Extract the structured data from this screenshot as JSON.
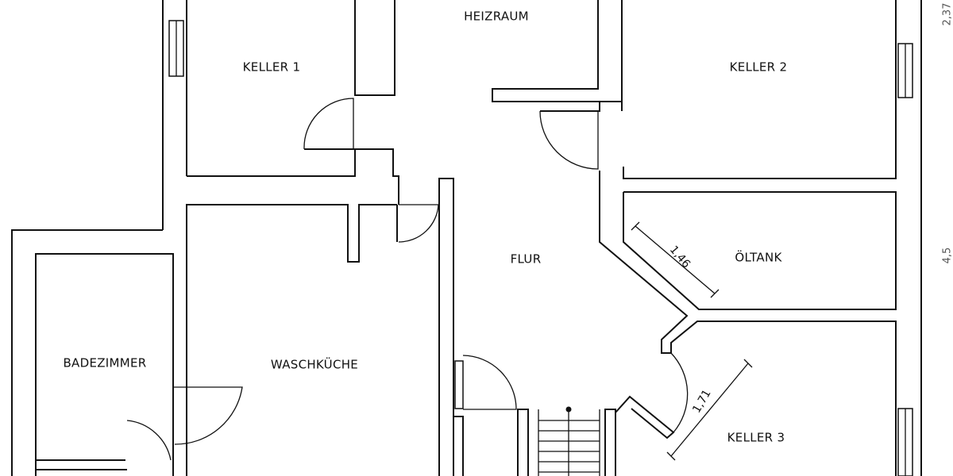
{
  "rooms": {
    "heizraum": "HEIZRAUM",
    "keller1": "KELLER 1",
    "keller2": "KELLER 2",
    "flur": "FLUR",
    "oeltank": "ÖLTANK",
    "badezimmer": "BADEZIMMER",
    "waschkueche": "WASCHKÜCHE",
    "keller3": "KELLER 3"
  },
  "dimensions": {
    "oeltank_diagonal": "1,46",
    "keller3_diagonal": "1,71",
    "edge_top": "2,37",
    "edge_mid": "4,5"
  },
  "colors": {
    "line": "#111111",
    "background": "#ffffff"
  }
}
